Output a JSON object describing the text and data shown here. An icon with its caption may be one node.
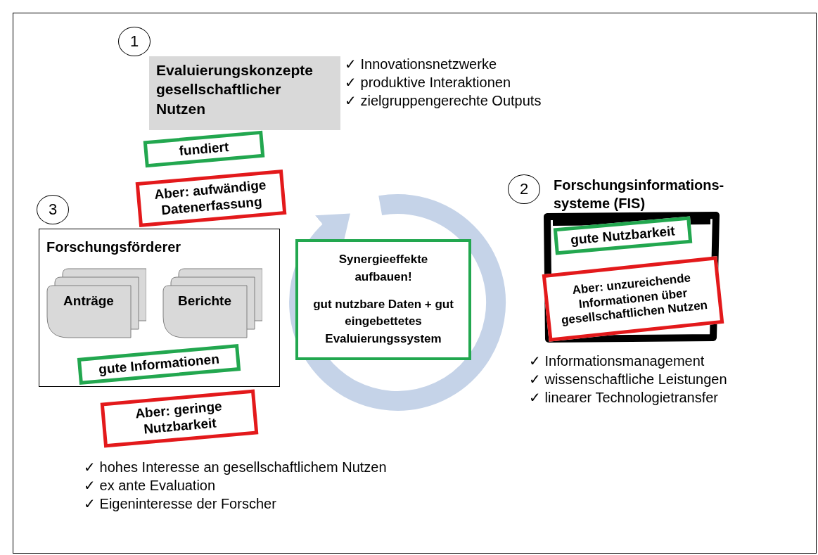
{
  "diagram": {
    "nodes": [
      {
        "text": [
          "1"
        ]
      },
      {
        "text": [
          "Evaluierungskonzepte gesellschaftlicher Nutzen"
        ],
        "beside": [
          "✓ Innovationsnetzwerke",
          "✓ produktive Interaktionen",
          "✓ zielgruppengerechte Outputs"
        ]
      },
      {
        "text": [
          "fundiert"
        ]
      },
      {
        "text": [
          "Aber: aufwändige Datenerfassung"
        ]
      },
      {
        "text": [
          "2"
        ]
      },
      {
        "text": [
          "Forschungsinformations- systeme (FIS)"
        ],
        "beside": [
          "✓ Informationsmanagement",
          "✓ wissenschaftliche Leistungen",
          "✓ linearer Technologietransfer"
        ]
      },
      {
        "text": [
          "gute Nutzbarkeit"
        ],
        "in": 5
      },
      {
        "text": [
          "Aber: unzureichende Informationen über gesellschaftlichen Nutzen"
        ],
        "in": 5
      },
      {
        "text": [
          "3"
        ]
      },
      {
        "text": [
          "Forschungsförderer"
        ],
        "beside": [
          "✓ hohes Interesse an gesellschaftlichem Nutzen",
          "✓ ex ante Evaluation",
          "✓ Eigeninteresse der Forscher"
        ]
      },
      {
        "text": [
          "Anträge"
        ],
        "in": 9
      },
      {
        "text": [
          "Berichte"
        ],
        "in": 9
      },
      {
        "text": [
          "gute Informationen"
        ],
        "in": 9
      },
      {
        "text": [
          "Aber: geringe Nutzbarkeit"
        ]
      },
      {
        "text": [
          "Synergieeffekte aufbauen!",
          "gut nutzbare Daten + gut eingebettetes Evaluierungssystem"
        ]
      }
    ]
  }
}
